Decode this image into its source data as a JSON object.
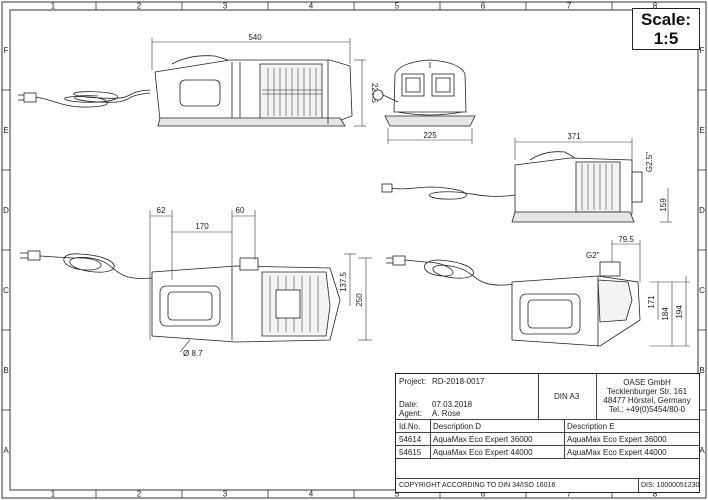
{
  "scale": {
    "label": "Scale:",
    "value": "1:5"
  },
  "border": {
    "columns": [
      "1",
      "2",
      "3",
      "4",
      "5",
      "6",
      "7",
      "8"
    ],
    "rows": [
      "F",
      "E",
      "D",
      "C",
      "B",
      "A"
    ]
  },
  "dimensions": {
    "top_length": "540",
    "top_height": "220.5",
    "front_width": "225",
    "side_length": "371",
    "side_port": "G2.5\"",
    "side_height": "159",
    "bottom_62": "62",
    "bottom_170": "170",
    "bottom_60": "60",
    "bottom_137": "137.5",
    "bottom_250": "250",
    "bottom_hole": "Ø 8.7",
    "right_port": "G2\"",
    "right_79": "79.5",
    "right_171": "171",
    "right_184": "184",
    "right_194": "194"
  },
  "title_block": {
    "project_label": "Project:",
    "project_value": "RD-2018-0017",
    "date_label": "Date:",
    "date_value": "07.03.2018",
    "agent_label": "Agent:",
    "agent_value": "A. Rose",
    "format": "DIN A3",
    "company": [
      "OASE GmbH",
      "Tecklenburger Str. 161",
      "48477 Hörstel, Germany",
      "Tel.: +49(0)5454/80-0"
    ],
    "headers": {
      "id": "Id.No.",
      "desc_d": "Description D",
      "desc_e": "Description E"
    },
    "rows": [
      {
        "id": "54614",
        "desc_d": "AquaMax Eco Expert 36000",
        "desc_e": "AquaMax Eco Expert 36000"
      },
      {
        "id": "54615",
        "desc_d": "AquaMax Eco Expert 44000",
        "desc_e": "AquaMax Eco Expert 44000"
      }
    ],
    "copyright": "COPYRIGHT ACCORDING TO DIN 34/ISO 16016",
    "dis": "DIS: 10000051230"
  }
}
